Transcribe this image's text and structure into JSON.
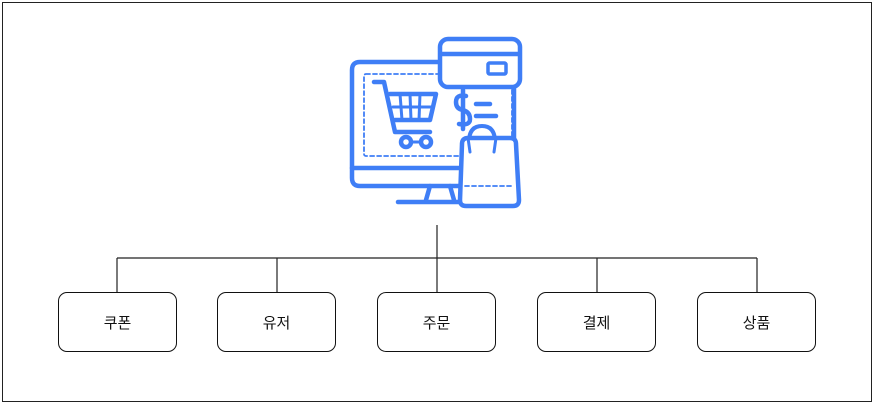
{
  "root": {
    "icon": "ecommerce-monitor-cart-card-bag-icon",
    "accent_color": "#3f7ef6"
  },
  "nodes": [
    {
      "label": "쿠폰"
    },
    {
      "label": "유저"
    },
    {
      "label": "주문"
    },
    {
      "label": "결제"
    },
    {
      "label": "상품"
    }
  ]
}
